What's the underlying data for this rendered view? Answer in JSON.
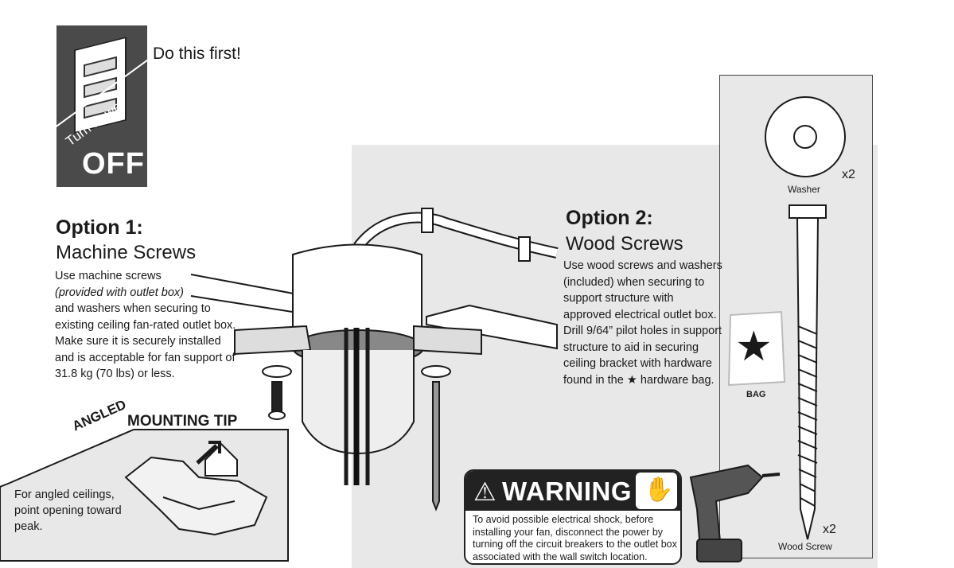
{
  "power_badge": {
    "turn_text": "Turn Power",
    "off_text": "OFF"
  },
  "do_first": "Do this first!",
  "option1": {
    "title": "Option 1:",
    "subtitle": "Machine Screws",
    "line1": "Use machine screws",
    "line2_italic": "(provided with outlet box)",
    "rest": "and washers when securing to existing ceiling fan-rated outlet box. Make sure it is securely installed and is acceptable for fan support of 31.8 kg (70 lbs) or less."
  },
  "tip": {
    "angled": "ANGLED",
    "mounting": "MOUNTING TIP",
    "text": "For angled ceilings, point opening toward peak."
  },
  "option2": {
    "title": "Option 2:",
    "subtitle": "Wood Screws",
    "body_before_star": "Use wood screws and washers (included) when securing to support structure with approved electrical outlet box. Drill 9/64” pilot holes in support structure to aid in securing ceiling bracket with hardware found in the ",
    "star": "★",
    "body_after_star": " hardware bag."
  },
  "hardware": {
    "washer_label": "Washer",
    "washer_qty": "x2",
    "screw_label": "Wood Screw",
    "screw_qty": "x2",
    "bag_label": "BAG",
    "bag_star": "★"
  },
  "warning": {
    "triangle": "⚠",
    "word": "WARNING",
    "hand": "✋",
    "text": "To avoid possible electrical shock, before installing your fan, disconnect the power by turning off the circuit breakers to the outlet box associated with the wall switch location."
  },
  "colors": {
    "badge_bg": "#4a4a4a",
    "panel_bg": "#e8e8e8",
    "ink": "#1a1a1a"
  }
}
